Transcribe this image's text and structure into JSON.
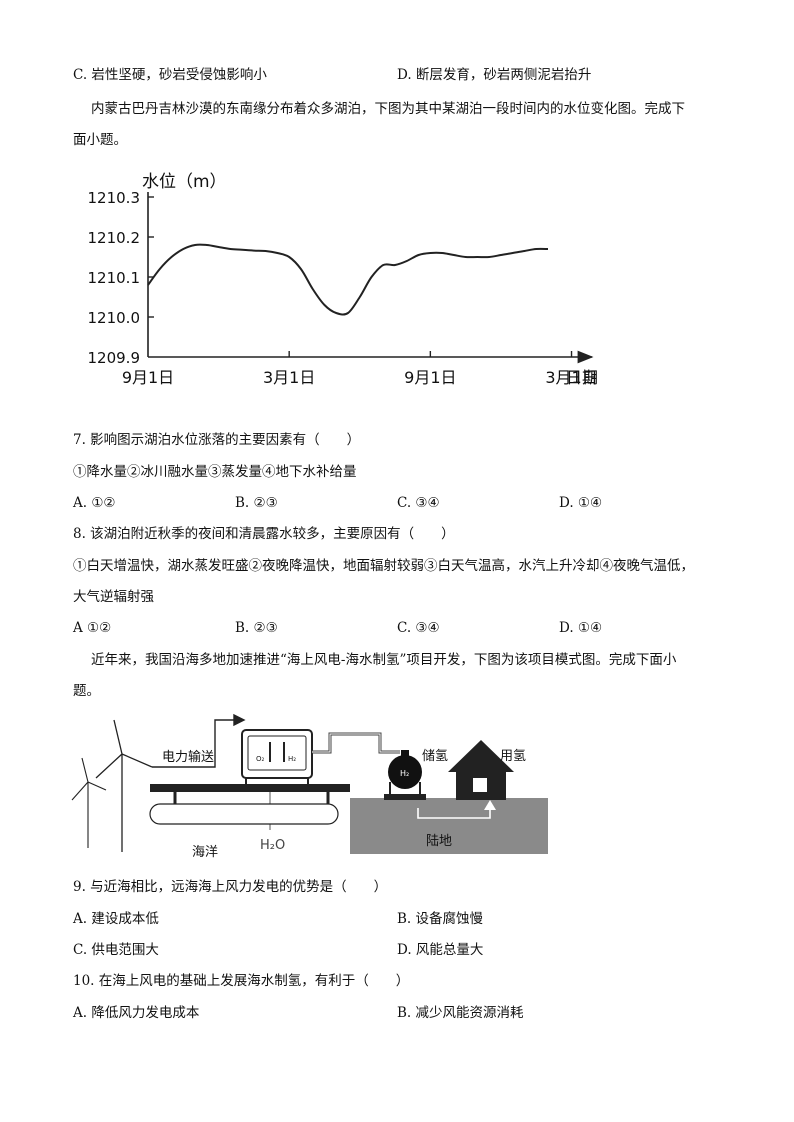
{
  "prev_options": {
    "C": "C. 岩性坚硬，砂岩受侵蚀影响小",
    "D": "D. 断层发育，砂岩两侧泥岩抬升"
  },
  "intro1": {
    "line1": "内蒙古巴丹吉林沙漠的东南缘分布着众多湖泊，下图为其中某湖泊一段时间内的水位变化图。完成下",
    "line2": "面小题。"
  },
  "chart_data": {
    "type": "line",
    "ylabel": "水位（m）",
    "xlabel": "日期",
    "y_ticks": [
      "1210.3",
      "1210.2",
      "1210.1",
      "1210.0",
      "1209.9"
    ],
    "x_ticks": [
      "9月1日",
      "3月1日",
      "9月1日",
      "3月1日"
    ],
    "ylim": [
      1209.9,
      1210.3
    ],
    "x_months": [
      0,
      0.5,
      1,
      1.5,
      2,
      2.5,
      3,
      3.5,
      4,
      4.5,
      5,
      5.5,
      6,
      6.5,
      7,
      7.5,
      8,
      8.5,
      9,
      9.5,
      10,
      10.5,
      11,
      11.5,
      12,
      12.5,
      13,
      13.5,
      14,
      14.5,
      15,
      15.5,
      16,
      16.5,
      17
    ],
    "values": [
      1210.08,
      1210.12,
      1210.15,
      1210.17,
      1210.18,
      1210.18,
      1210.175,
      1210.17,
      1210.168,
      1210.166,
      1210.165,
      1210.16,
      1210.15,
      1210.12,
      1210.07,
      1210.03,
      1210.01,
      1210.01,
      1210.05,
      1210.1,
      1210.13,
      1210.13,
      1210.14,
      1210.155,
      1210.16,
      1210.16,
      1210.155,
      1210.15,
      1210.15,
      1210.15,
      1210.155,
      1210.16,
      1210.165,
      1210.17,
      1210.17
    ],
    "grid": false
  },
  "q7": {
    "stem": "7. 影响图示湖泊水位涨落的主要因素有（　　）",
    "factors": "①降水量②冰川融水量③蒸发量④地下水补给量",
    "A": "A. ①②",
    "B": "B. ②③",
    "C": "C. ③④",
    "D": "D. ①④"
  },
  "q8": {
    "stem": "8. 该湖泊附近秋季的夜间和清晨露水较多，主要原因有（　　）",
    "factors_line1": "①白天增温快，湖水蒸发旺盛②夜晚降温快，地面辐射较弱③白天气温高，水汽上升冷却④夜晚气温低，",
    "factors_line2": "大气逆辐射强",
    "A": "A ①②",
    "B": "B. ②③",
    "C": "C. ③④",
    "D": "D. ①④"
  },
  "intro2": {
    "line1": "近年来，我国沿海多地加速推进“海上风电-海水制氢”项目开发，下图为该项目模式图。完成下面小",
    "line2": "题。"
  },
  "diagram": {
    "power_label": "电力输送",
    "store_label": "储氢",
    "use_label": "用氢",
    "ocean_label": "海洋",
    "water_label": "H₂O",
    "land_label": "陆地",
    "o2_label": "O₂",
    "h2_label": "H₂",
    "tank_h2_label": "H₂"
  },
  "q9": {
    "stem": "9. 与近海相比，远海海上风力发电的优势是（　　）",
    "A": "A.  建设成本低",
    "B": "B.  设备腐蚀慢",
    "C": "C.  供电范围大",
    "D": "D.  风能总量大"
  },
  "q10": {
    "stem": "10. 在海上风电的基础上发展海水制氢，有利于（　　）",
    "A": "A.  降低风力发电成本",
    "B": "B.  减少风能资源消耗"
  }
}
